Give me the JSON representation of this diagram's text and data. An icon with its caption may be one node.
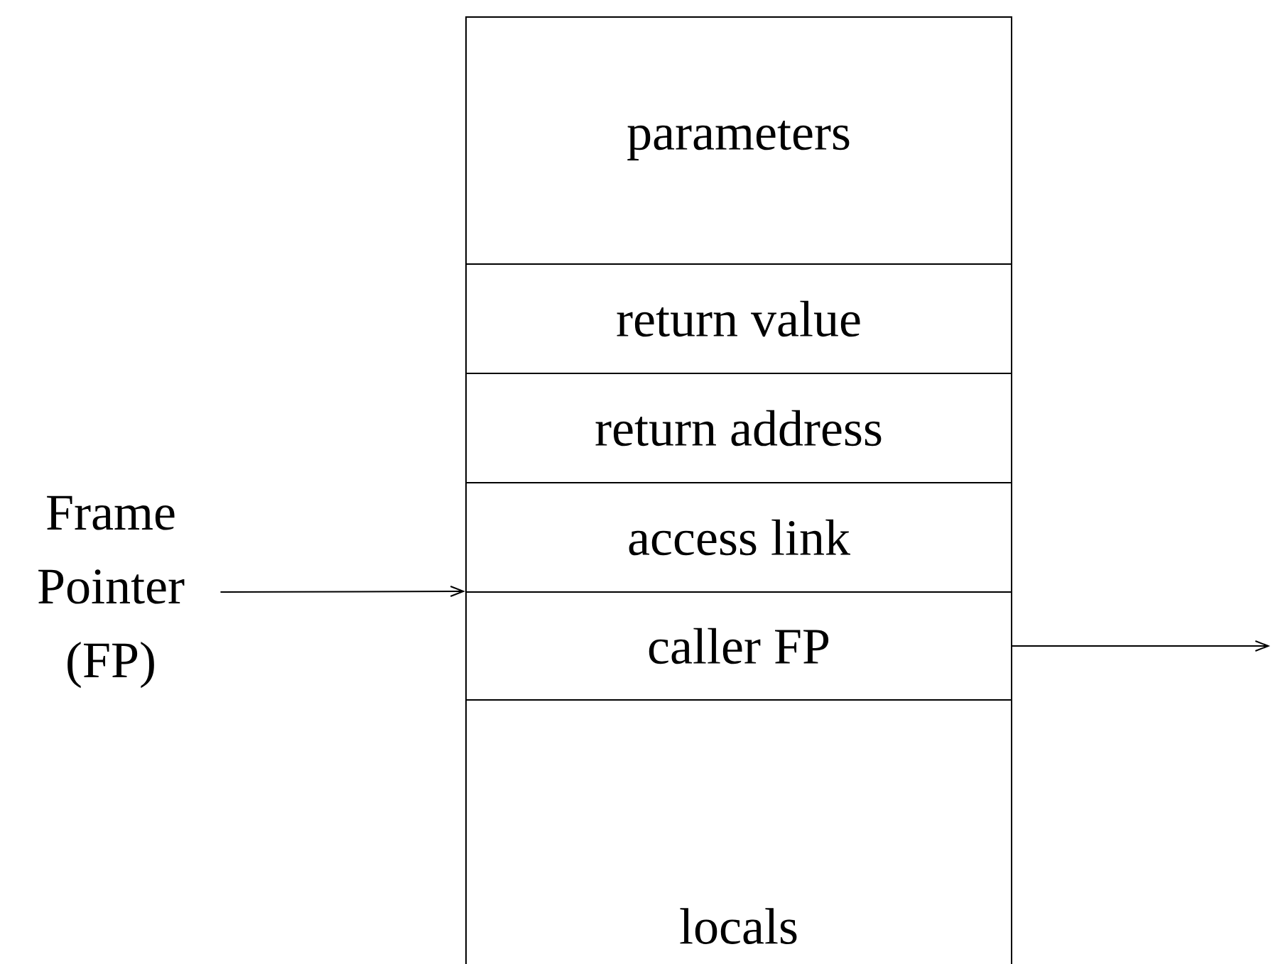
{
  "diagram": {
    "nodes": [
      {
        "text": [
          "Frame Pointer (FP)"
        ]
      },
      {
        "text": [
          "parameters"
        ]
      },
      {
        "text": [
          "return value"
        ]
      },
      {
        "text": [
          "return address"
        ]
      },
      {
        "text": [
          "access link"
        ]
      },
      {
        "text": [
          "caller FP"
        ]
      },
      {
        "text": [
          "locals"
        ]
      }
    ],
    "edges": [
      {
        "from": 0,
        "to": 5,
        "arrow": "to"
      },
      {
        "from": 5,
        "to": null,
        "arrow": "to"
      }
    ]
  }
}
